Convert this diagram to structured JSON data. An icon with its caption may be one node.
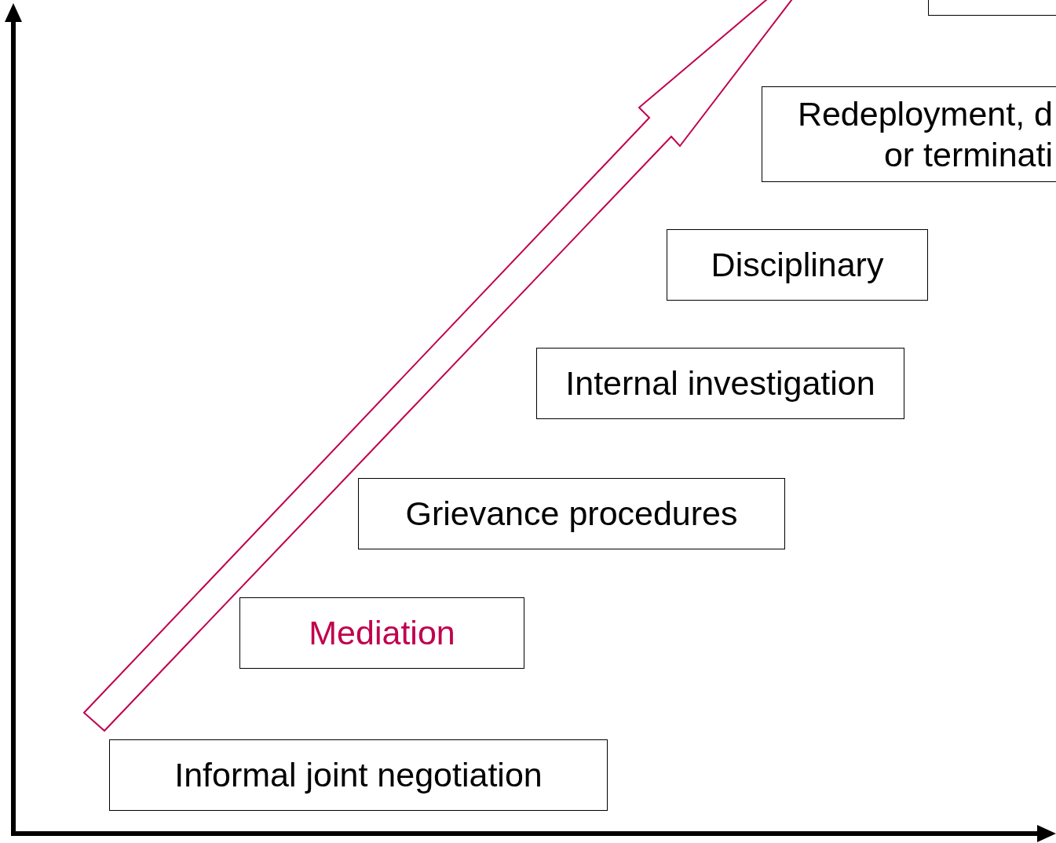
{
  "diagram": {
    "nodes": [
      {
        "text": [],
        "shape": "box"
      },
      {
        "text": [
          "Redeployment, d or terminati"
        ]
      },
      {
        "text": [
          "Disciplinary"
        ]
      },
      {
        "text": [
          "Internal investigation"
        ]
      },
      {
        "text": [
          "Grievance procedures"
        ]
      },
      {
        "text": [
          "Mediation"
        ]
      },
      {
        "text": [
          "Informal joint negotiation"
        ]
      }
    ]
  }
}
